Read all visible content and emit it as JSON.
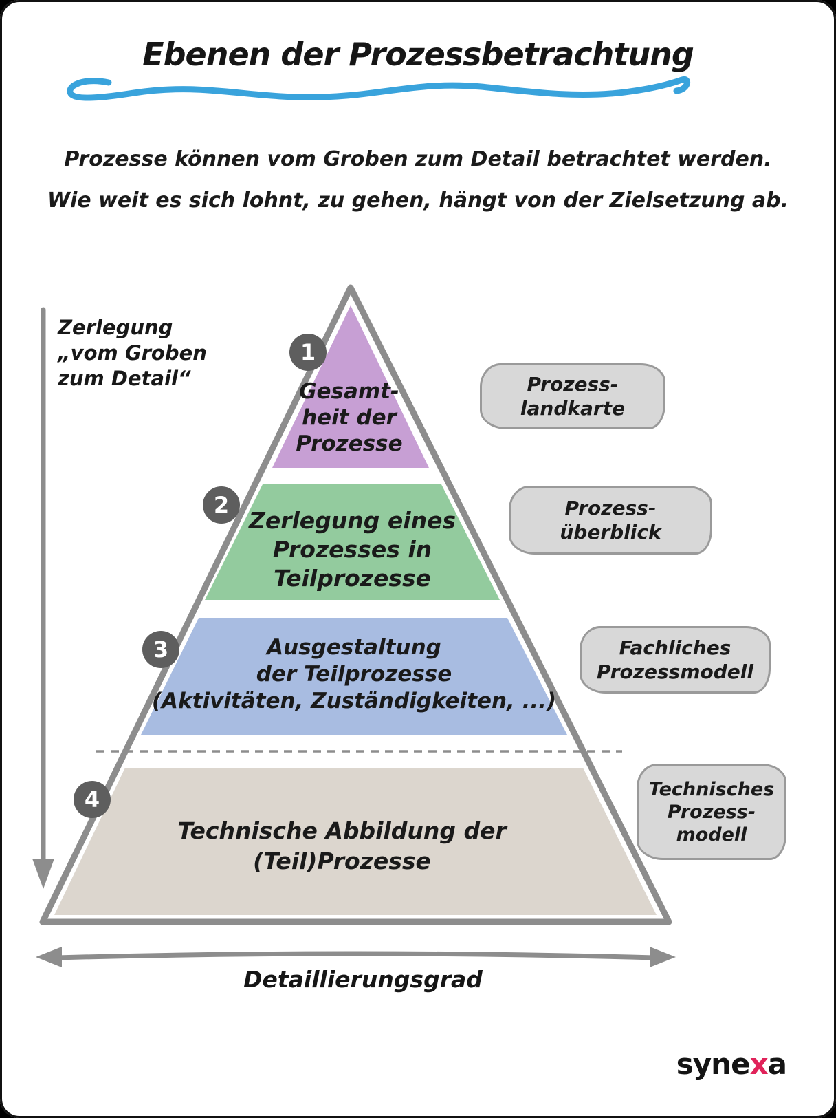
{
  "page": {
    "title": "Ebenen der Prozessbetrachtung",
    "subtitle_line1": "Prozesse können vom Groben zum Detail betrachtet werden.",
    "subtitle_line2": "Wie weit es sich lohnt, zu gehen, hängt von der Zielsetzung ab."
  },
  "left_annotation": {
    "line1": "Zerlegung",
    "line2": "„vom Groben",
    "line3": "zum Detail“"
  },
  "pyramid": {
    "levels": [
      {
        "number": "1",
        "color": "#c79fd4",
        "text_lines": [
          "Gesamt-",
          "heit der",
          "Prozesse"
        ],
        "tag_lines": [
          "Prozess-",
          "landkarte"
        ]
      },
      {
        "number": "2",
        "color": "#93cb9e",
        "text_lines": [
          "Zerlegung eines",
          "Prozesses in",
          "Teilprozesse"
        ],
        "tag_lines": [
          "Prozess-",
          "überblick"
        ]
      },
      {
        "number": "3",
        "color": "#a8bce1",
        "text_lines": [
          "Ausgestaltung",
          "der Teilprozesse",
          "(Aktivitäten, Zuständigkeiten, ...)"
        ],
        "tag_lines": [
          "Fachliches",
          "Prozessmodell"
        ]
      },
      {
        "number": "4",
        "color": "#dcd6ce",
        "text_lines": [
          "Technische Abbildung der",
          "(Teil)Prozesse"
        ],
        "tag_lines": [
          "Technisches",
          "Prozess-",
          "modell"
        ]
      }
    ],
    "axis_label": "Detaillierungsgrad"
  },
  "logo": {
    "prefix": "syne",
    "accent": "x",
    "suffix": "a",
    "accent_color": "#e0235a"
  },
  "colors": {
    "outline": "#8d8d8d",
    "badge": "#5e5e5e",
    "underline": "#39a3dc",
    "bubble_fill": "#d8d8d8",
    "bubble_border": "#9a9a9a",
    "text": "#1a1a1a"
  }
}
